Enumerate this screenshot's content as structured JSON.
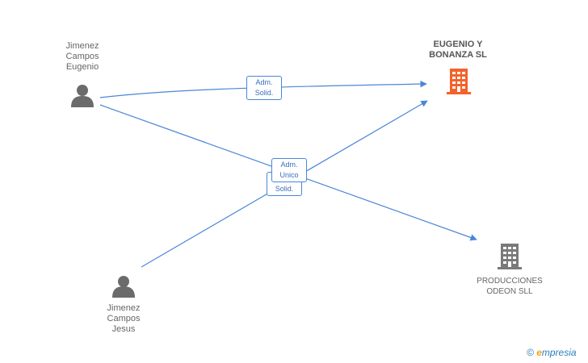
{
  "nodes": {
    "person1": {
      "lines": [
        "Jimenez",
        "Campos",
        "Eugenio"
      ],
      "icon": "person-icon"
    },
    "person2": {
      "lines": [
        "Jimenez",
        "Campos",
        "Jesus"
      ],
      "icon": "person-icon"
    },
    "company_main": {
      "lines": [
        "EUGENIO Y",
        "BONANZA SL"
      ],
      "icon": "building-icon",
      "color": "#f4622a"
    },
    "company_other": {
      "lines": [
        "PRODUCCIONES",
        "ODEON SLL"
      ],
      "icon": "building-icon",
      "color": "#7a7a7a"
    }
  },
  "edges": {
    "e1": {
      "lines": [
        "Adm.",
        "Solid."
      ]
    },
    "e2": {
      "lines": [
        "Adm.",
        "Unico"
      ]
    },
    "e3": {
      "lines": [
        "Solid."
      ]
    }
  },
  "colors": {
    "edge": "#4a86d8",
    "person": "#6b6b6b"
  },
  "brand": {
    "copyright": "©",
    "e": "e",
    "rest": "mpresia"
  }
}
